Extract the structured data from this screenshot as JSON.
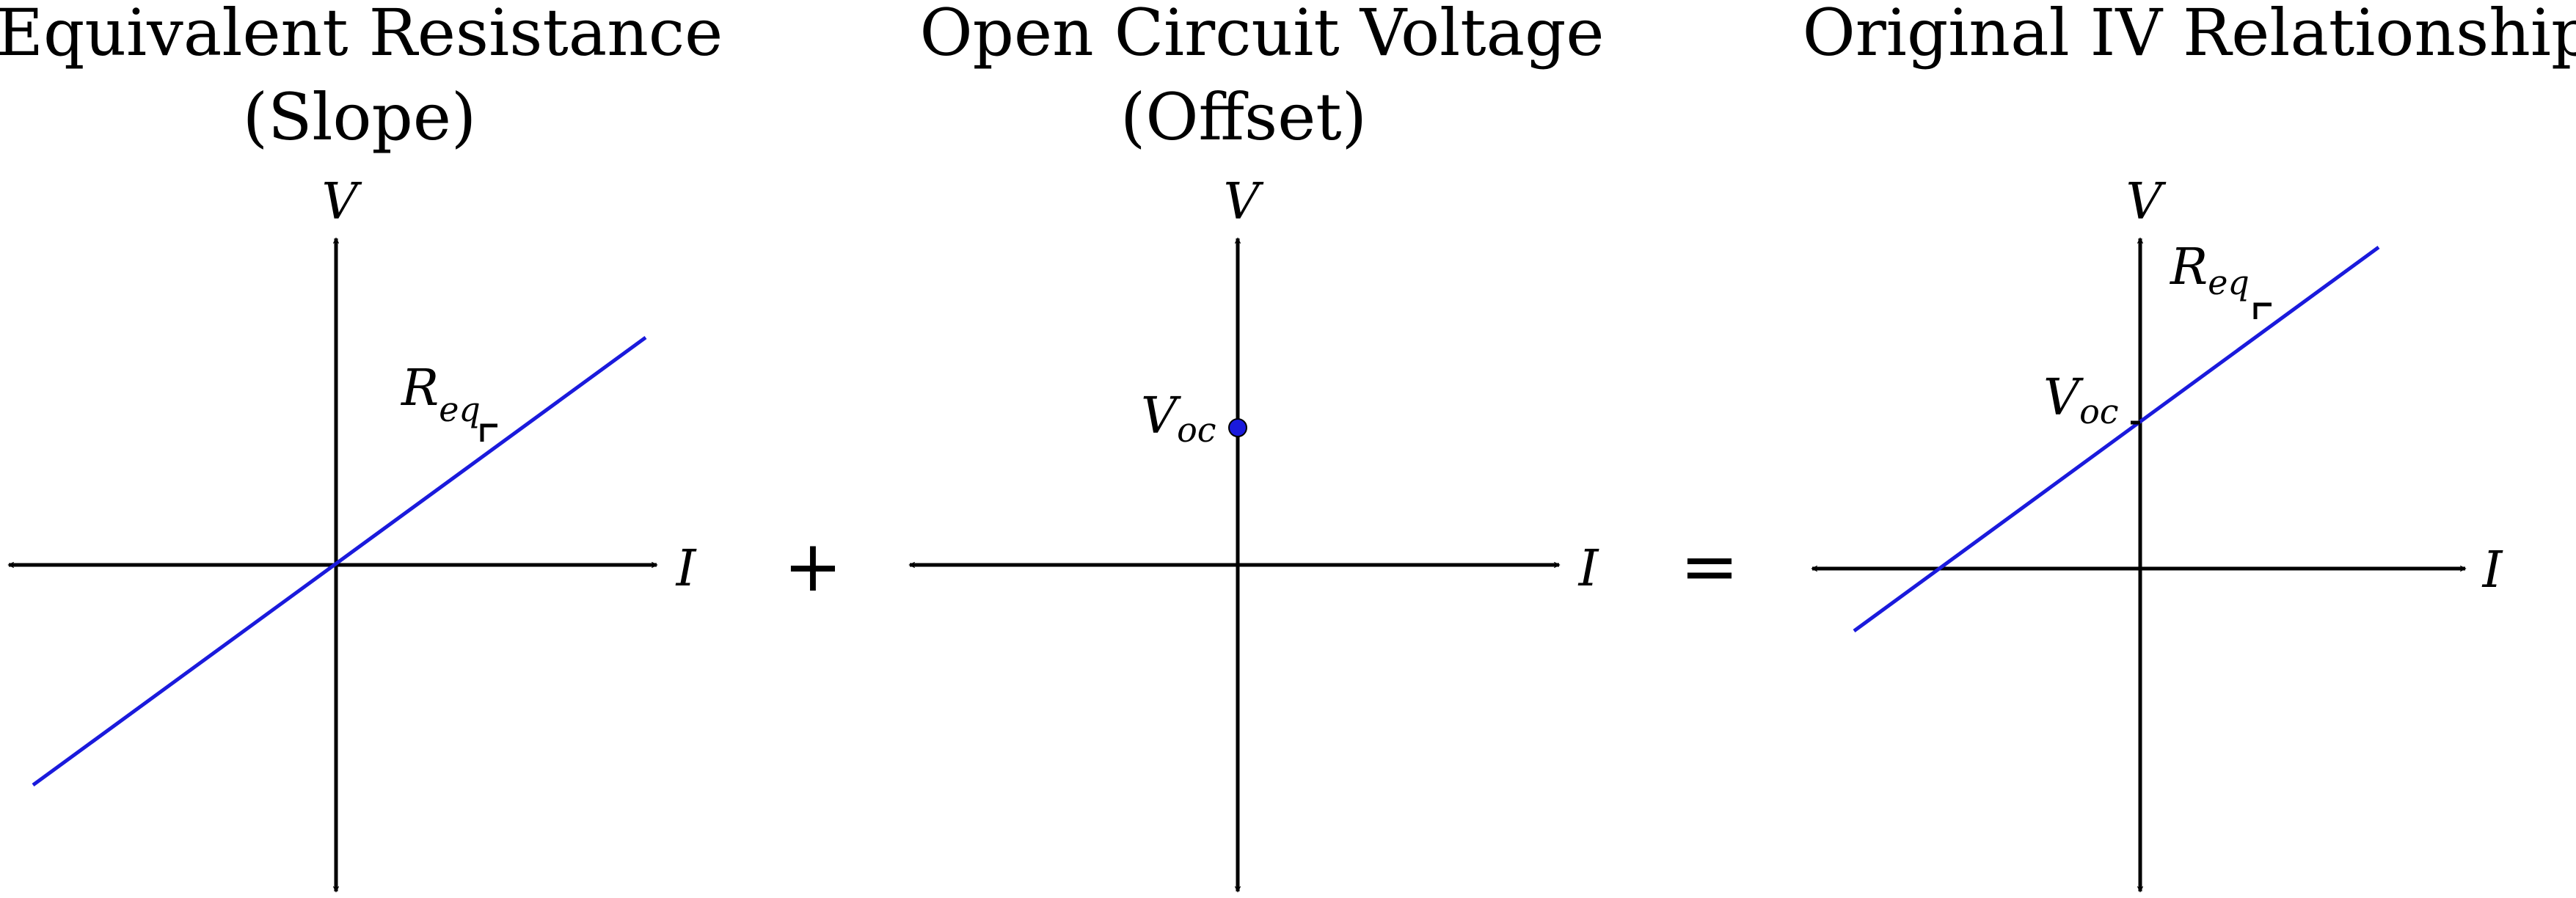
{
  "panels": [
    {
      "title_line1": "Equivalent Resistance",
      "title_line2": "(Slope)",
      "y_axis_label": "V",
      "x_axis_label": "I",
      "slope_label": {
        "main": "R",
        "sub": "eq"
      }
    },
    {
      "title_line1": "Open Circuit Voltage",
      "title_line2": "(Offset)",
      "y_axis_label": "V",
      "x_axis_label": "I",
      "point_label": {
        "main": "V",
        "sub": "oc"
      }
    },
    {
      "title_line1": "Original IV Relationship",
      "title_line2": "",
      "y_axis_label": "V",
      "x_axis_label": "I",
      "slope_label": {
        "main": "R",
        "sub": "eq"
      },
      "intercept_label": {
        "main": "V",
        "sub": "oc"
      }
    }
  ],
  "operators": {
    "plus": "+",
    "equals": "="
  },
  "colors": {
    "line": "#1a1adc",
    "axis": "#000000"
  }
}
